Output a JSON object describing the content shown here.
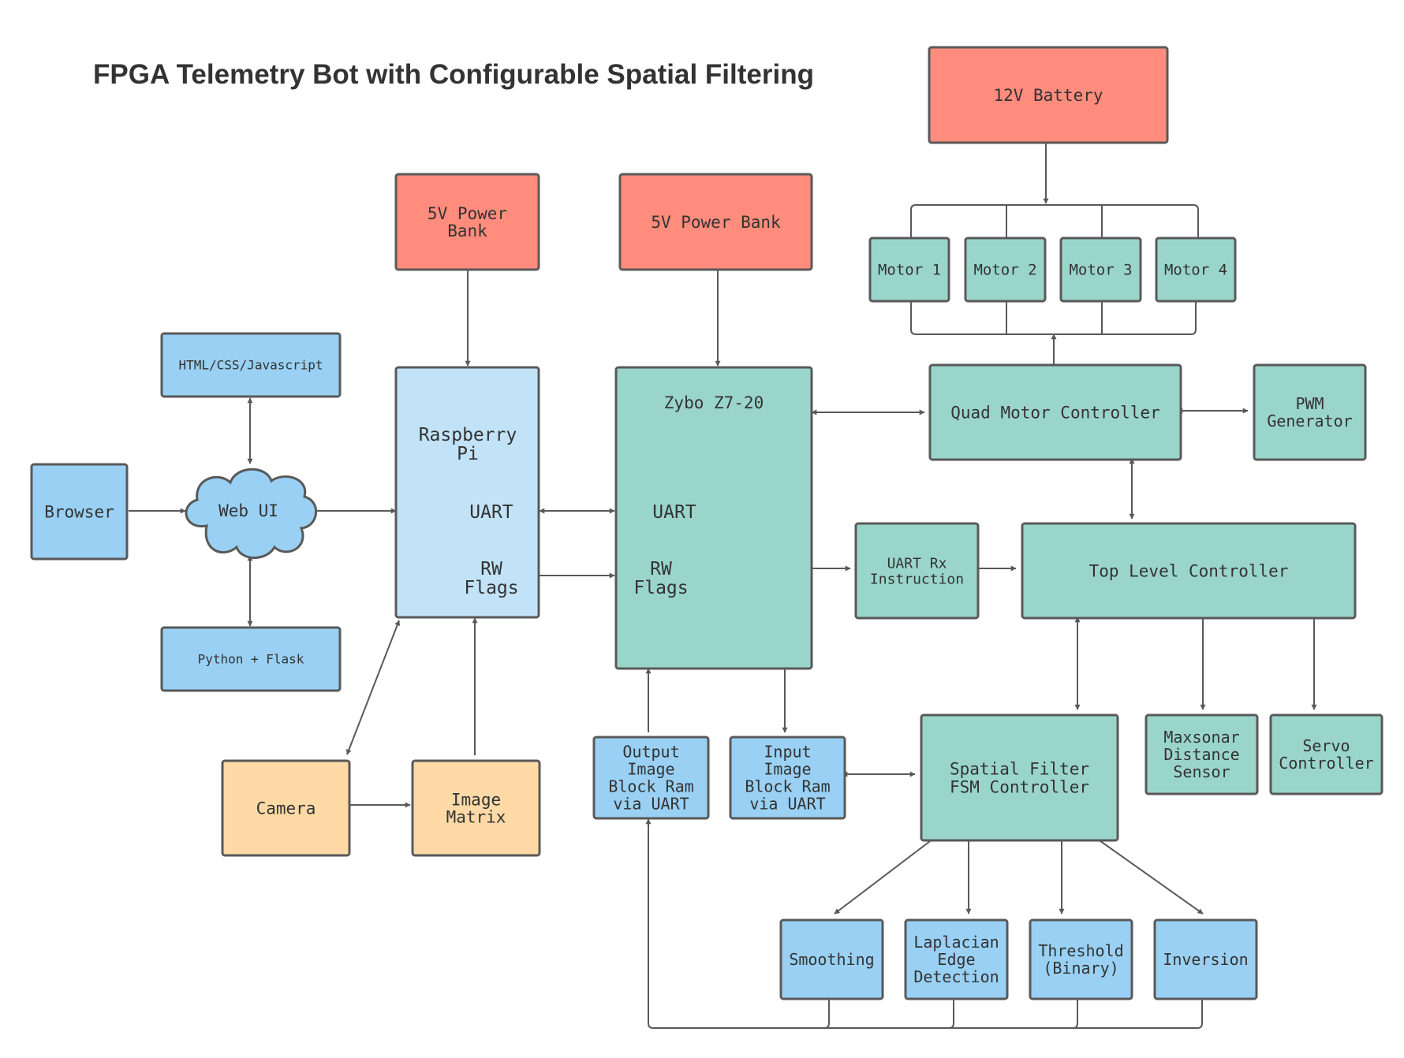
{
  "title": "FPGA Telemetry Bot with Configurable Spatial Filtering",
  "colors": {
    "power": "#FF8C7C",
    "fpga": "#9AD5CB",
    "host": "#99D0F3",
    "raspberry": "#C2E3F7",
    "camera": "#FFD9A6",
    "stroke": "#595959",
    "text": "#333333"
  },
  "nodes": {
    "battery_12v": [
      "12V Battery"
    ],
    "power_bank_pi": [
      "5V Power",
      "Bank"
    ],
    "power_bank_zybo": [
      "5V Power Bank"
    ],
    "motor_1": [
      "Motor 1"
    ],
    "motor_2": [
      "Motor 2"
    ],
    "motor_3": [
      "Motor 3"
    ],
    "motor_4": [
      "Motor 4"
    ],
    "html_css_js": [
      "HTML/CSS/Javascript"
    ],
    "browser": [
      "Browser"
    ],
    "web_ui": [
      "Web UI"
    ],
    "python_flask": [
      "Python + Flask"
    ],
    "raspberry_pi": {
      "name": [
        "Raspberry",
        "Pi"
      ],
      "uart": "UART",
      "rw": [
        "RW",
        "Flags"
      ]
    },
    "zybo": {
      "name": "Zybo Z7-20",
      "uart": "UART",
      "rw": [
        "RW",
        "Flags"
      ]
    },
    "quad_motor_controller": [
      "Quad Motor Controller"
    ],
    "pwm_generator": [
      "PWM",
      "Generator"
    ],
    "uart_rx_instruction": [
      "UART Rx",
      "Instruction"
    ],
    "top_level_controller": [
      "Top Level Controller"
    ],
    "camera": [
      "Camera"
    ],
    "image_matrix": [
      "Image",
      "Matrix"
    ],
    "output_image_ram": [
      "Output",
      "Image",
      "Block Ram",
      "via UART"
    ],
    "input_image_ram": [
      "Input",
      "Image",
      "Block Ram",
      "via UART"
    ],
    "spatial_filter_fsm": [
      "Spatial Filter",
      "FSM Controller"
    ],
    "maxsonar": [
      "Maxsonar",
      "Distance",
      "Sensor"
    ],
    "servo_controller": [
      "Servo",
      "Controller"
    ],
    "smoothing": [
      "Smoothing"
    ],
    "laplacian": [
      "Laplacian",
      "Edge",
      "Detection"
    ],
    "threshold": [
      "Threshold",
      "(Binary)"
    ],
    "inversion": [
      "Inversion"
    ]
  }
}
